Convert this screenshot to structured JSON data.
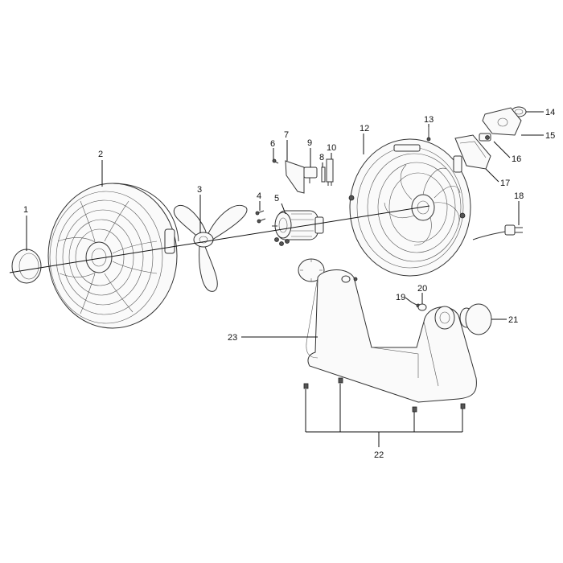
{
  "callouts": [
    "1",
    "2",
    "3",
    "4",
    "5",
    "6",
    "7",
    "8",
    "9",
    "10",
    "12",
    "13",
    "14",
    "15",
    "16",
    "17",
    "18",
    "19",
    "20",
    "21",
    "22",
    "23"
  ]
}
